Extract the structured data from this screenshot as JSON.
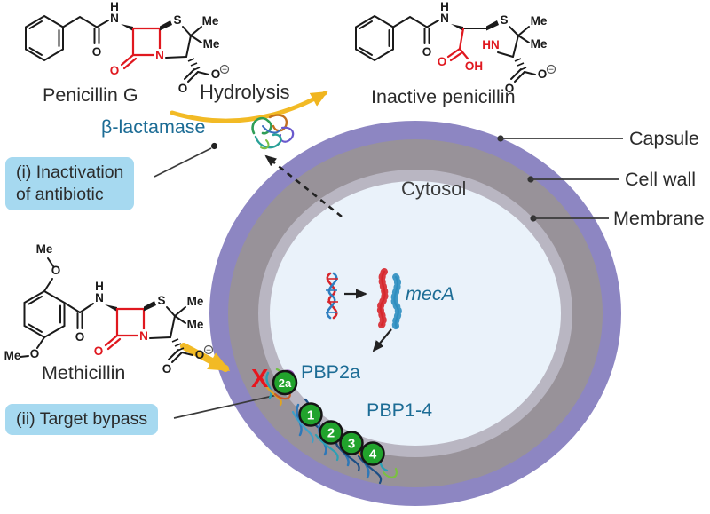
{
  "colors": {
    "capsule": "#8D86C2",
    "cell_wall": "#989299",
    "membrane": "#B9B6C2",
    "cytosol": "#EAF2FA",
    "label_teal": "#1C6C95",
    "callout_blue": "#A6D9F0",
    "arrow_yellow": "#F2BA25",
    "highlight_red": "#E0181F",
    "badge_green": "#21A32C"
  },
  "molecules": {
    "penicillin_g_label": "Penicillin G",
    "inactive_penicillin_label": "Inactive penicillin",
    "methicillin_label": "Methicillin"
  },
  "atoms": {
    "o": "O",
    "n": "N",
    "h": "H",
    "s": "S",
    "me": "Me",
    "oh": "OH",
    "hn": "HN",
    "minus": "−"
  },
  "process": {
    "hydrolysis": "Hydrolysis",
    "beta_lactamase": "β-lactamase",
    "mechanism_i_line1": "(i) Inactivation",
    "mechanism_i_line2": "of antibiotic",
    "mechanism_ii": "(ii) Target bypass",
    "blocked_mark": "X"
  },
  "cell": {
    "cytosol_label": "Cytosol",
    "gene_label": "mecA",
    "pbp2a_label": "PBP2a",
    "pbp14_label": "PBP1-4",
    "layer_labels": [
      "Capsule",
      "Cell wall",
      "Membrane"
    ],
    "badges": [
      "2a",
      "1",
      "2",
      "3",
      "4"
    ]
  }
}
